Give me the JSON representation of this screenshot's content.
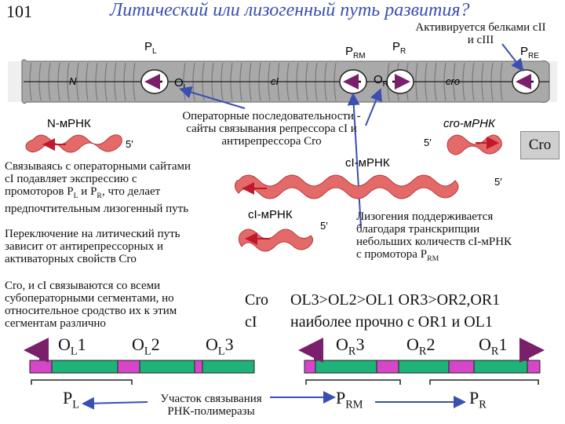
{
  "slide_number": "101",
  "title": "Литический или лизогенный путь развития?",
  "activated_note_line1": "Активируется белками cII",
  "activated_note_line2": "и cIII",
  "dna": {
    "pl": "P",
    "pl_sub": "L",
    "prm": "P",
    "prm_sub": "RM",
    "pr": "P",
    "pr_sub": "R",
    "pre": "P",
    "pre_sub": "RE",
    "n": "N",
    "ol": "O",
    "ol_sub": "L",
    "ci": "cI",
    "or": "O",
    "or_sub": "R",
    "cro": "cro"
  },
  "operator_note": [
    "Операторные последовательности -",
    "сайты связывания репрессора cI и",
    "антирепрессора Cro"
  ],
  "mrna": {
    "n_label": "N-мРНК",
    "cro_label": "cro-мРНК",
    "ci_label": "cI-мРНК",
    "ci_label2": "cI-мРНК",
    "five_prime": "5′"
  },
  "cro_box": "Cro",
  "binding_note": [
    "Связываясь с операторными сайтами",
    "cI подавляет экспрессию с",
    "промоторов P",
    "L",
    " и P",
    "R",
    ", что делает",
    "предпочтительным лизогенный путь"
  ],
  "switch_note": [
    "Переключение на литический путь",
    "зависит от антирепрессорных и",
    "активаторных свойств Cro"
  ],
  "lysogeny_note": [
    "Лизогения поддерживается",
    "благодаря транскрипции",
    "небольших количеств cI-мРНК",
    "с промотора P",
    "RM"
  ],
  "suboperator_note": [
    "Cro, и cI связываются со всеми",
    "субоператорными сегментами, но",
    "относительное сродство их к этим",
    "сегментам различно"
  ],
  "affinity": {
    "cro_name": "Cro",
    "ci_name": "cI",
    "cro_order": "OL3>OL2>OL1 OR3>OR2,OR1",
    "ci_order": "наиболее прочно с OR1 и OL1"
  },
  "operators": {
    "ol1": "O",
    "ol1_sub": "L",
    "ol1_num": "1",
    "ol2": "O",
    "ol2_sub": "L",
    "ol2_num": "2",
    "ol3": "O",
    "ol3_sub": "L",
    "ol3_num": "3",
    "or3": "O",
    "or3_sub": "R",
    "or3_num": "3",
    "or2": "O",
    "or2_sub": "R",
    "or2_num": "2",
    "or1": "O",
    "or1_sub": "R",
    "or1_num": "1"
  },
  "promoters": {
    "pl": "P",
    "pl_sub": "L",
    "prm": "P",
    "prm_sub": "RM",
    "pr": "P",
    "pr_sub": "R"
  },
  "polymerase_note": [
    "Участок связывания",
    "РНК-полимеразы"
  ],
  "colors": {
    "title": "#3a4fb0",
    "dna_band": "#a9a9a9",
    "mrna": "#e46a6a",
    "operator_green": "#1fb37a",
    "promoter_pink": "#d646c8",
    "arrow": "#7a1f6a"
  }
}
